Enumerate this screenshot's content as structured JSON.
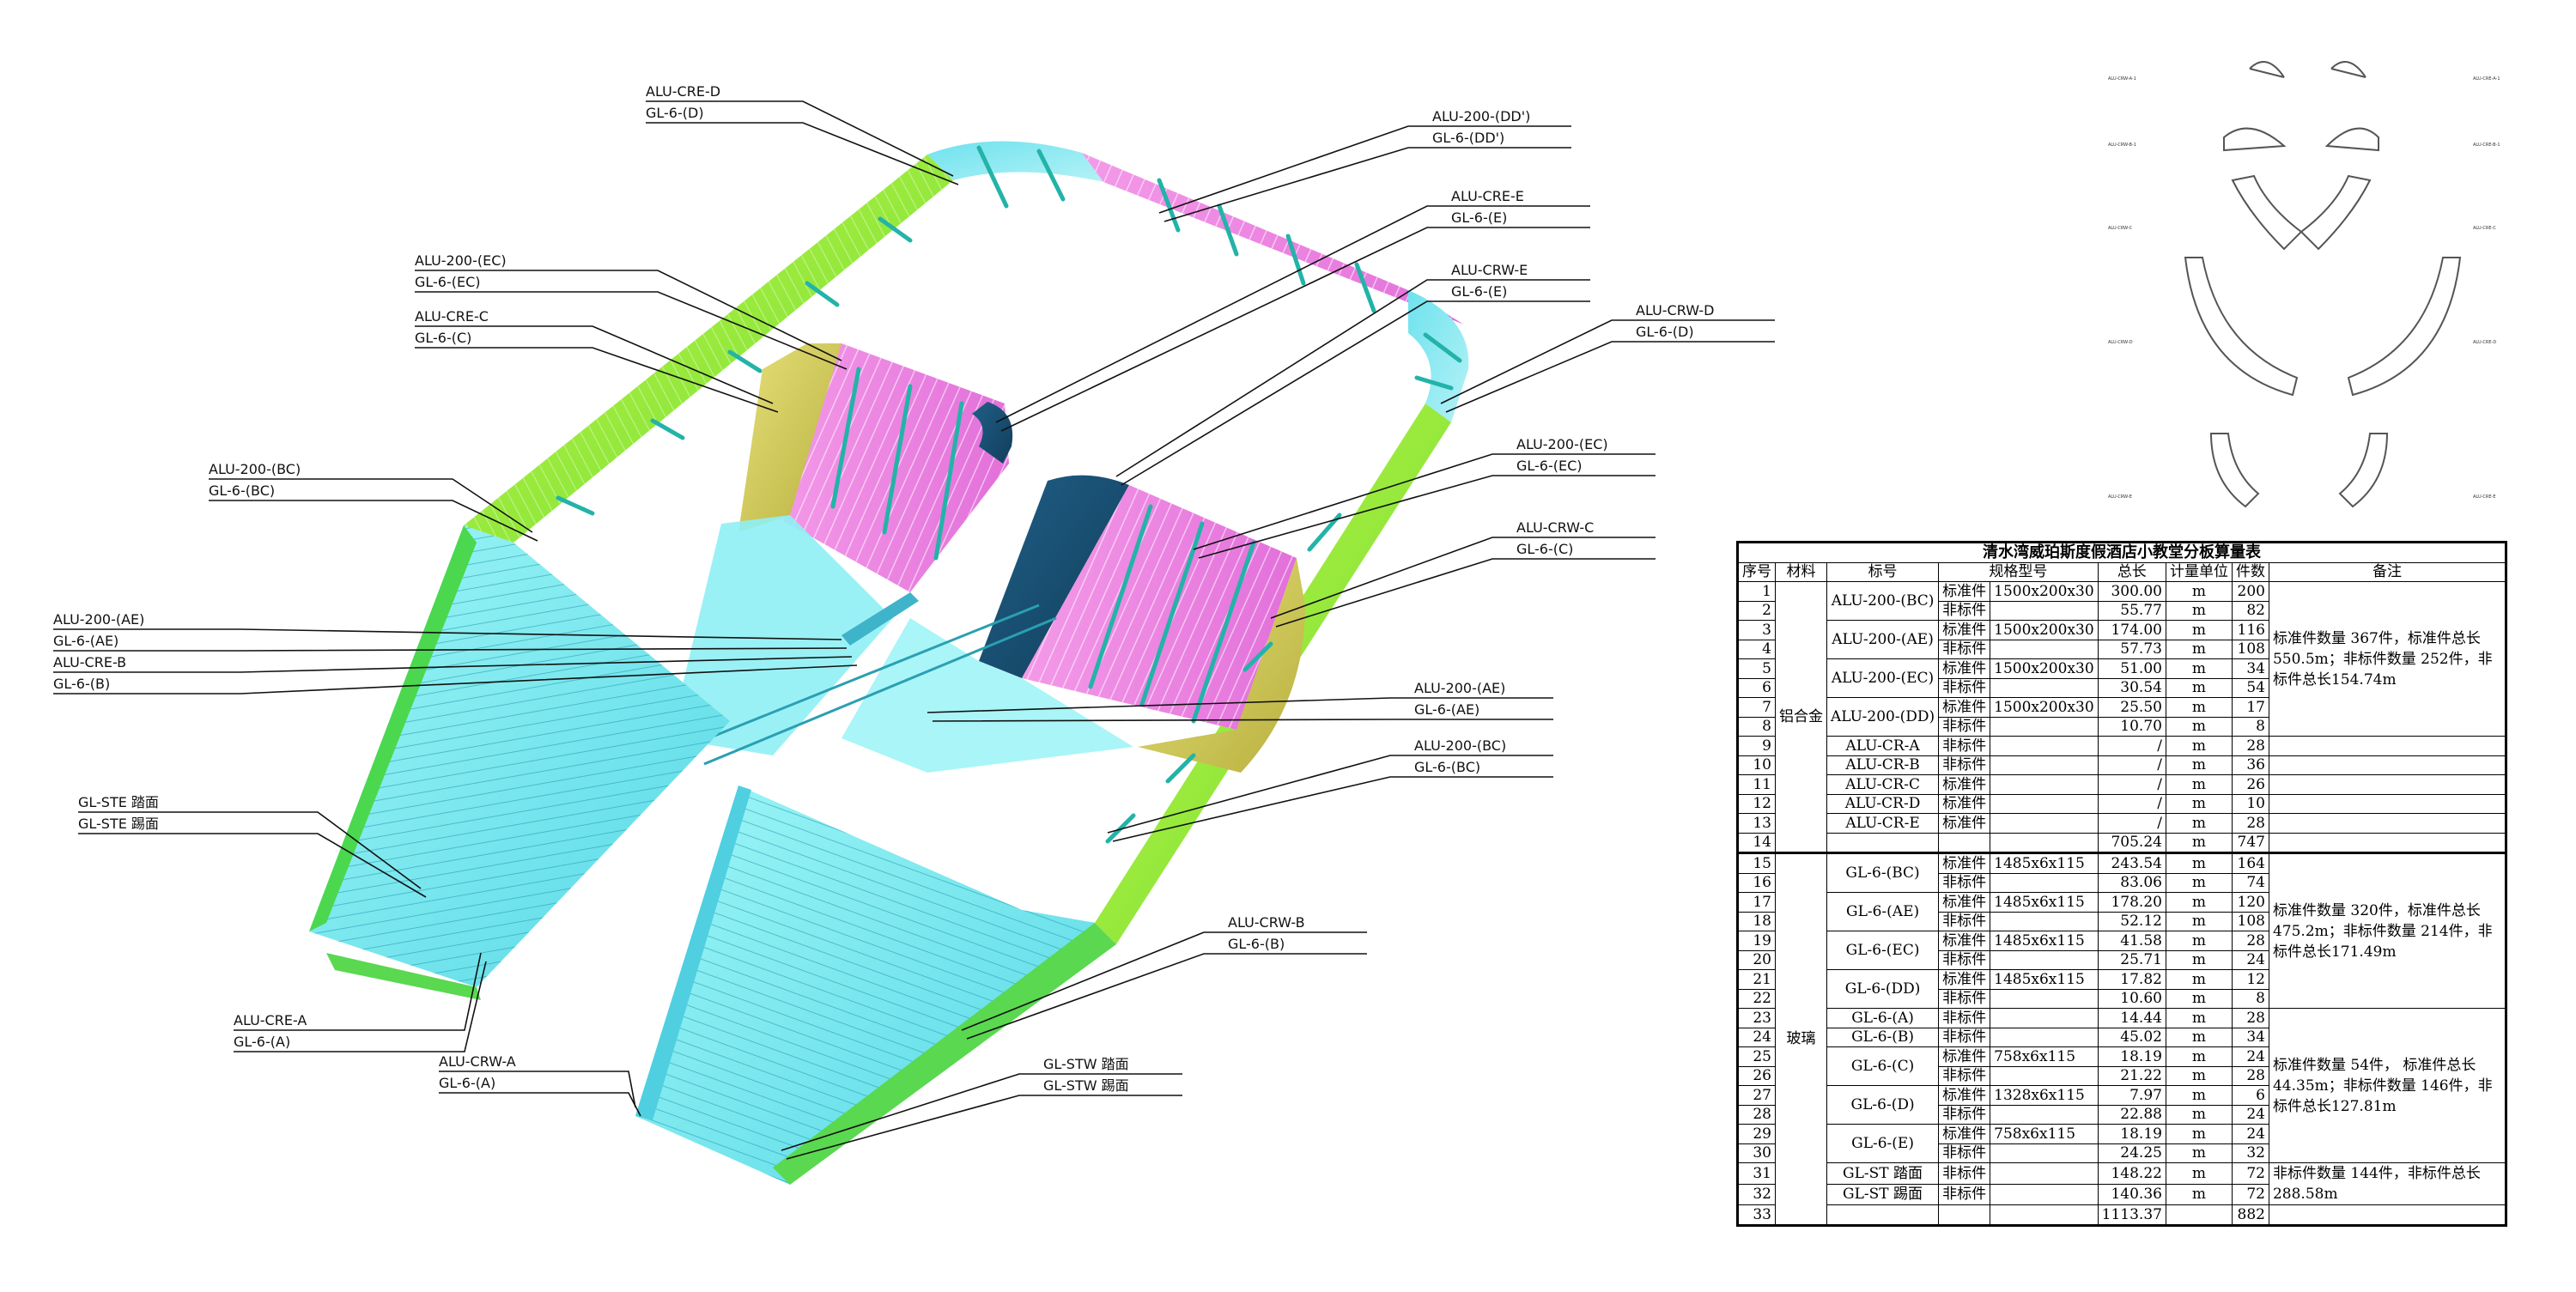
{
  "callouts": [
    {
      "id": "cre-d",
      "lines": [
        "ALU-CRE-D",
        "GL-6-(D)"
      ]
    },
    {
      "id": "dd-top",
      "lines": [
        "ALU-200-(DD')",
        "GL-6-(DD')"
      ]
    },
    {
      "id": "cre-e",
      "lines": [
        "ALU-CRE-E",
        "GL-6-(E)"
      ]
    },
    {
      "id": "crw-e",
      "lines": [
        "ALU-CRW-E",
        "GL-6-(E)"
      ]
    },
    {
      "id": "crw-d",
      "lines": [
        "ALU-CRW-D",
        "GL-6-(D)"
      ]
    },
    {
      "id": "ec-left",
      "lines": [
        "ALU-200-(EC)",
        "GL-6-(EC)"
      ]
    },
    {
      "id": "cre-c",
      "lines": [
        "ALU-CRE-C",
        "GL-6-(C)"
      ]
    },
    {
      "id": "bc",
      "lines": [
        "ALU-200-(BC)",
        "GL-6-(BC)"
      ]
    },
    {
      "id": "ec-right",
      "lines": [
        "ALU-200-(EC)",
        "GL-6-(EC)"
      ]
    },
    {
      "id": "crw-c",
      "lines": [
        "ALU-CRW-C",
        "GL-6-(C)"
      ]
    },
    {
      "id": "ae-left",
      "lines": [
        "ALU-200-(AE)",
        "GL-6-(AE)",
        "ALU-CRE-B",
        "GL-6-(B)"
      ]
    },
    {
      "id": "ae-right",
      "lines": [
        "ALU-200-(AE)",
        "GL-6-(AE)"
      ]
    },
    {
      "id": "bc-right",
      "lines": [
        "ALU-200-(BC)",
        "GL-6-(BC)"
      ]
    },
    {
      "id": "ste",
      "lines": [
        "GL-STE 踏面",
        "GL-STE 踢面"
      ]
    },
    {
      "id": "crw-b",
      "lines": [
        "ALU-CRW-B",
        "GL-6-(B)"
      ]
    },
    {
      "id": "cre-a",
      "lines": [
        "ALU-CRE-A",
        "GL-6-(A)"
      ]
    },
    {
      "id": "crw-a",
      "lines": [
        "ALU-CRW-A",
        "GL-6-(A)"
      ]
    },
    {
      "id": "stw",
      "lines": [
        "GL-STW 踏面",
        "GL-STW 踢面"
      ]
    }
  ],
  "thumbs": {
    "left_labels": [
      "ALU-CRW-A-1",
      "ALU-CRW-B-1",
      "ALU-CRW-C",
      "ALU-CRW-D",
      "ALU-CRW-E"
    ],
    "right_labels": [
      "ALU-CRE-A-1",
      "ALU-CRE-B-1",
      "ALU-CRE-C",
      "ALU-CRE-D",
      "ALU-CRE-E"
    ]
  },
  "table": {
    "title": "清水湾威珀斯度假酒店小教堂分板算量表",
    "headers": [
      "序号",
      "材料",
      "标号",
      "规格型号",
      "总长",
      "计量单位",
      "件数",
      "备注"
    ],
    "material_alu": "铝合金",
    "material_glass": "玻璃",
    "notes": [
      "标准件数量 367件，标准件总长550.5m；非标件数量 252件，非标件总长154.74m",
      "标准件数量 320件，标准件总长475.2m；非标件数量 214件，非标件总长171.49m",
      "标准件数量 54件， 标准件总长44.35m；非标件数量 146件，非标件总长127.81m",
      "非标件数量 144件，非标件总长288.58m"
    ],
    "rows": [
      {
        "no": "1",
        "mark": "ALU-200-(BC)",
        "type": "标准件",
        "spec": "1500x200x30",
        "len": "300.00",
        "unit": "m",
        "qty": "200"
      },
      {
        "no": "2",
        "mark": "",
        "type": "非标件",
        "spec": "",
        "len": "55.77",
        "unit": "m",
        "qty": "82"
      },
      {
        "no": "3",
        "mark": "ALU-200-(AE)",
        "type": "标准件",
        "spec": "1500x200x30",
        "len": "174.00",
        "unit": "m",
        "qty": "116"
      },
      {
        "no": "4",
        "mark": "",
        "type": "非标件",
        "spec": "",
        "len": "57.73",
        "unit": "m",
        "qty": "108"
      },
      {
        "no": "5",
        "mark": "ALU-200-(EC)",
        "type": "标准件",
        "spec": "1500x200x30",
        "len": "51.00",
        "unit": "m",
        "qty": "34"
      },
      {
        "no": "6",
        "mark": "",
        "type": "非标件",
        "spec": "",
        "len": "30.54",
        "unit": "m",
        "qty": "54"
      },
      {
        "no": "7",
        "mark": "ALU-200-(DD)",
        "type": "标准件",
        "spec": "1500x200x30",
        "len": "25.50",
        "unit": "m",
        "qty": "17"
      },
      {
        "no": "8",
        "mark": "",
        "type": "非标件",
        "spec": "",
        "len": "10.70",
        "unit": "m",
        "qty": "8"
      },
      {
        "no": "9",
        "mark": "ALU-CR-A",
        "type": "非标件",
        "spec": "",
        "len": "/",
        "unit": "m",
        "qty": "28"
      },
      {
        "no": "10",
        "mark": "ALU-CR-B",
        "type": "非标件",
        "spec": "",
        "len": "/",
        "unit": "m",
        "qty": "36"
      },
      {
        "no": "11",
        "mark": "ALU-CR-C",
        "type": "标准件",
        "spec": "",
        "len": "/",
        "unit": "m",
        "qty": "26"
      },
      {
        "no": "12",
        "mark": "ALU-CR-D",
        "type": "标准件",
        "spec": "",
        "len": "/",
        "unit": "m",
        "qty": "10"
      },
      {
        "no": "13",
        "mark": "ALU-CR-E",
        "type": "标准件",
        "spec": "",
        "len": "/",
        "unit": "m",
        "qty": "28"
      },
      {
        "no": "14",
        "mark": "",
        "type": "",
        "spec": "",
        "len": "705.24",
        "unit": "m",
        "qty": "747"
      },
      {
        "no": "15",
        "mark": "GL-6-(BC)",
        "type": "标准件",
        "spec": "1485x6x115",
        "len": "243.54",
        "unit": "m",
        "qty": "164"
      },
      {
        "no": "16",
        "mark": "",
        "type": "非标件",
        "spec": "",
        "len": "83.06",
        "unit": "m",
        "qty": "74"
      },
      {
        "no": "17",
        "mark": "GL-6-(AE)",
        "type": "标准件",
        "spec": "1485x6x115",
        "len": "178.20",
        "unit": "m",
        "qty": "120"
      },
      {
        "no": "18",
        "mark": "",
        "type": "非标件",
        "spec": "",
        "len": "52.12",
        "unit": "m",
        "qty": "108"
      },
      {
        "no": "19",
        "mark": "GL-6-(EC)",
        "type": "标准件",
        "spec": "1485x6x115",
        "len": "41.58",
        "unit": "m",
        "qty": "28"
      },
      {
        "no": "20",
        "mark": "",
        "type": "非标件",
        "spec": "",
        "len": "25.71",
        "unit": "m",
        "qty": "24"
      },
      {
        "no": "21",
        "mark": "GL-6-(DD)",
        "type": "标准件",
        "spec": "1485x6x115",
        "len": "17.82",
        "unit": "m",
        "qty": "12"
      },
      {
        "no": "22",
        "mark": "",
        "type": "非标件",
        "spec": "",
        "len": "10.60",
        "unit": "m",
        "qty": "8"
      },
      {
        "no": "23",
        "mark": "GL-6-(A)",
        "type": "非标件",
        "spec": "",
        "len": "14.44",
        "unit": "m",
        "qty": "28"
      },
      {
        "no": "24",
        "mark": "GL-6-(B)",
        "type": "非标件",
        "spec": "",
        "len": "45.02",
        "unit": "m",
        "qty": "34"
      },
      {
        "no": "25",
        "mark": "GL-6-(C)",
        "type": "标准件",
        "spec": "758x6x115",
        "len": "18.19",
        "unit": "m",
        "qty": "24"
      },
      {
        "no": "26",
        "mark": "",
        "type": "非标件",
        "spec": "",
        "len": "21.22",
        "unit": "m",
        "qty": "28"
      },
      {
        "no": "27",
        "mark": "GL-6-(D)",
        "type": "标准件",
        "spec": "1328x6x115",
        "len": "7.97",
        "unit": "m",
        "qty": "6"
      },
      {
        "no": "28",
        "mark": "",
        "type": "非标件",
        "spec": "",
        "len": "22.88",
        "unit": "m",
        "qty": "24"
      },
      {
        "no": "29",
        "mark": "GL-6-(E)",
        "type": "标准件",
        "spec": "758x6x115",
        "len": "18.19",
        "unit": "m",
        "qty": "24"
      },
      {
        "no": "30",
        "mark": "",
        "type": "非标件",
        "spec": "",
        "len": "24.25",
        "unit": "m",
        "qty": "32"
      },
      {
        "no": "31",
        "mark": "GL-ST 踏面",
        "type": "非标件",
        "spec": "",
        "len": "148.22",
        "unit": "m",
        "qty": "72"
      },
      {
        "no": "32",
        "mark": "GL-ST 踢面",
        "type": "非标件",
        "spec": "",
        "len": "140.36",
        "unit": "m",
        "qty": "72"
      },
      {
        "no": "33",
        "mark": "",
        "type": "",
        "spec": "",
        "len": "1113.37",
        "unit": "",
        "qty": "882"
      }
    ]
  }
}
